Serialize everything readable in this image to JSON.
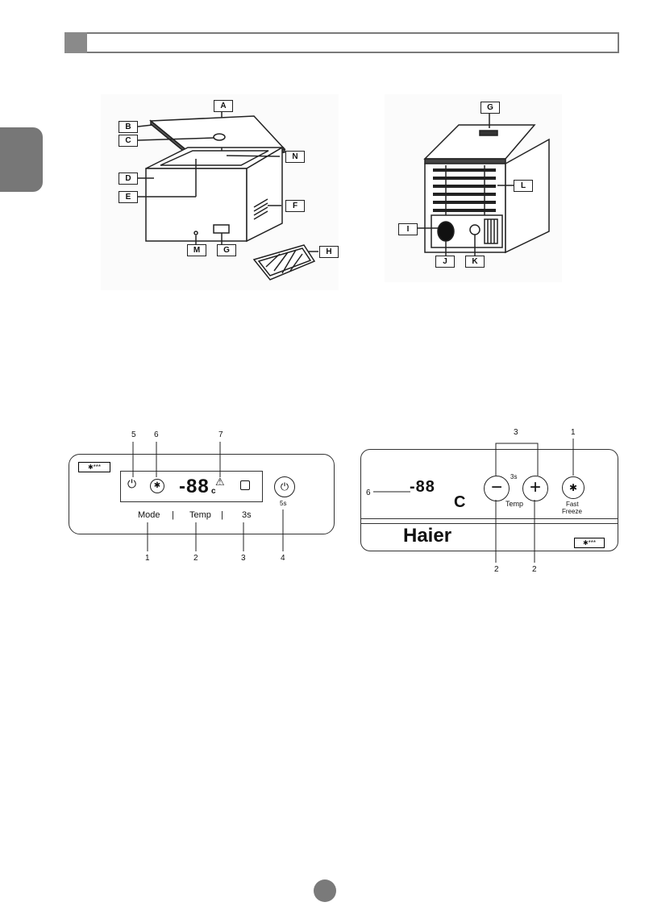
{
  "figure1": {
    "labels": [
      "A",
      "B",
      "C",
      "D",
      "E",
      "F",
      "G",
      "H",
      "M",
      "N"
    ]
  },
  "figure2": {
    "labels": [
      "G",
      "L",
      "I",
      "J",
      "K"
    ]
  },
  "panel_left": {
    "display": "-88",
    "display_unit": "c",
    "energy_badge": "✱***",
    "mode_label": "Mode",
    "temp_label": "Temp",
    "lock_label": "3s",
    "power_hold": "5s",
    "sep": "|",
    "callouts_top": [
      "5",
      "6",
      "7"
    ],
    "callouts_bottom": [
      "1",
      "2",
      "3",
      "4"
    ]
  },
  "panel_right": {
    "display": "-88",
    "unit": "C",
    "lock_hold": "3s",
    "temp_label": "Temp",
    "fast_label_1": "Fast",
    "fast_label_2": "Freeze",
    "brand": "Haier",
    "energy_badge": "✱***",
    "callouts": [
      "3",
      "1",
      "6",
      "2",
      "2"
    ]
  }
}
